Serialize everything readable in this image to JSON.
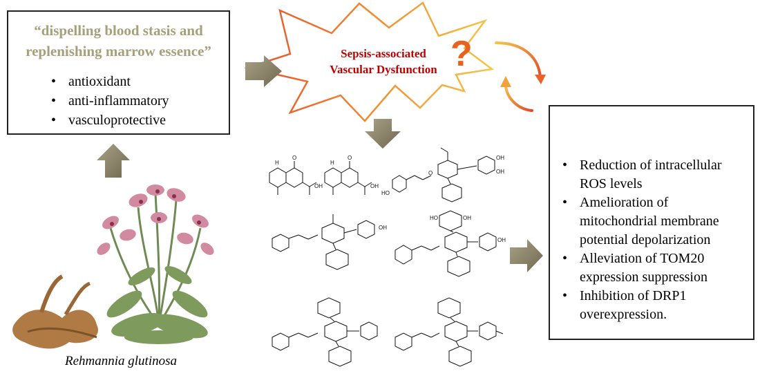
{
  "tcm": {
    "quote_line1": "“dispelling blood stasis and",
    "quote_line2": "replenishing marrow essence”",
    "effects": [
      "antioxidant",
      "anti-inflammatory",
      "vasculoprotective"
    ]
  },
  "sepsis": {
    "line1": "Sepsis-associated",
    "line2": "Vascular Dysfunction",
    "question_mark": "?"
  },
  "findings": [
    "Reduction of intracellular ROS levels",
    "Amelioration of mitochondrial membrane potential depolarization",
    "Alleviation of TOM20 expression suppression",
    "Inhibition of DRP1 overexpression."
  ],
  "plant_caption": "Rehmannia glutinosa",
  "colors": {
    "quote_text": "#a6a07a",
    "sepsis_text": "#c00000",
    "arrow": "#8c8468",
    "question_mark": "#e8621e",
    "bulb": "#f7c21a"
  },
  "icons": [
    "lightbulb-icon",
    "question-icon",
    "cycle-arrows-icon"
  ],
  "compounds": {
    "structure_labels": [
      "H",
      "O",
      "OH",
      "O",
      "H",
      "OH",
      "O",
      "OH",
      "HO",
      "OH",
      "HO",
      "OH",
      "OH",
      "OH"
    ]
  }
}
